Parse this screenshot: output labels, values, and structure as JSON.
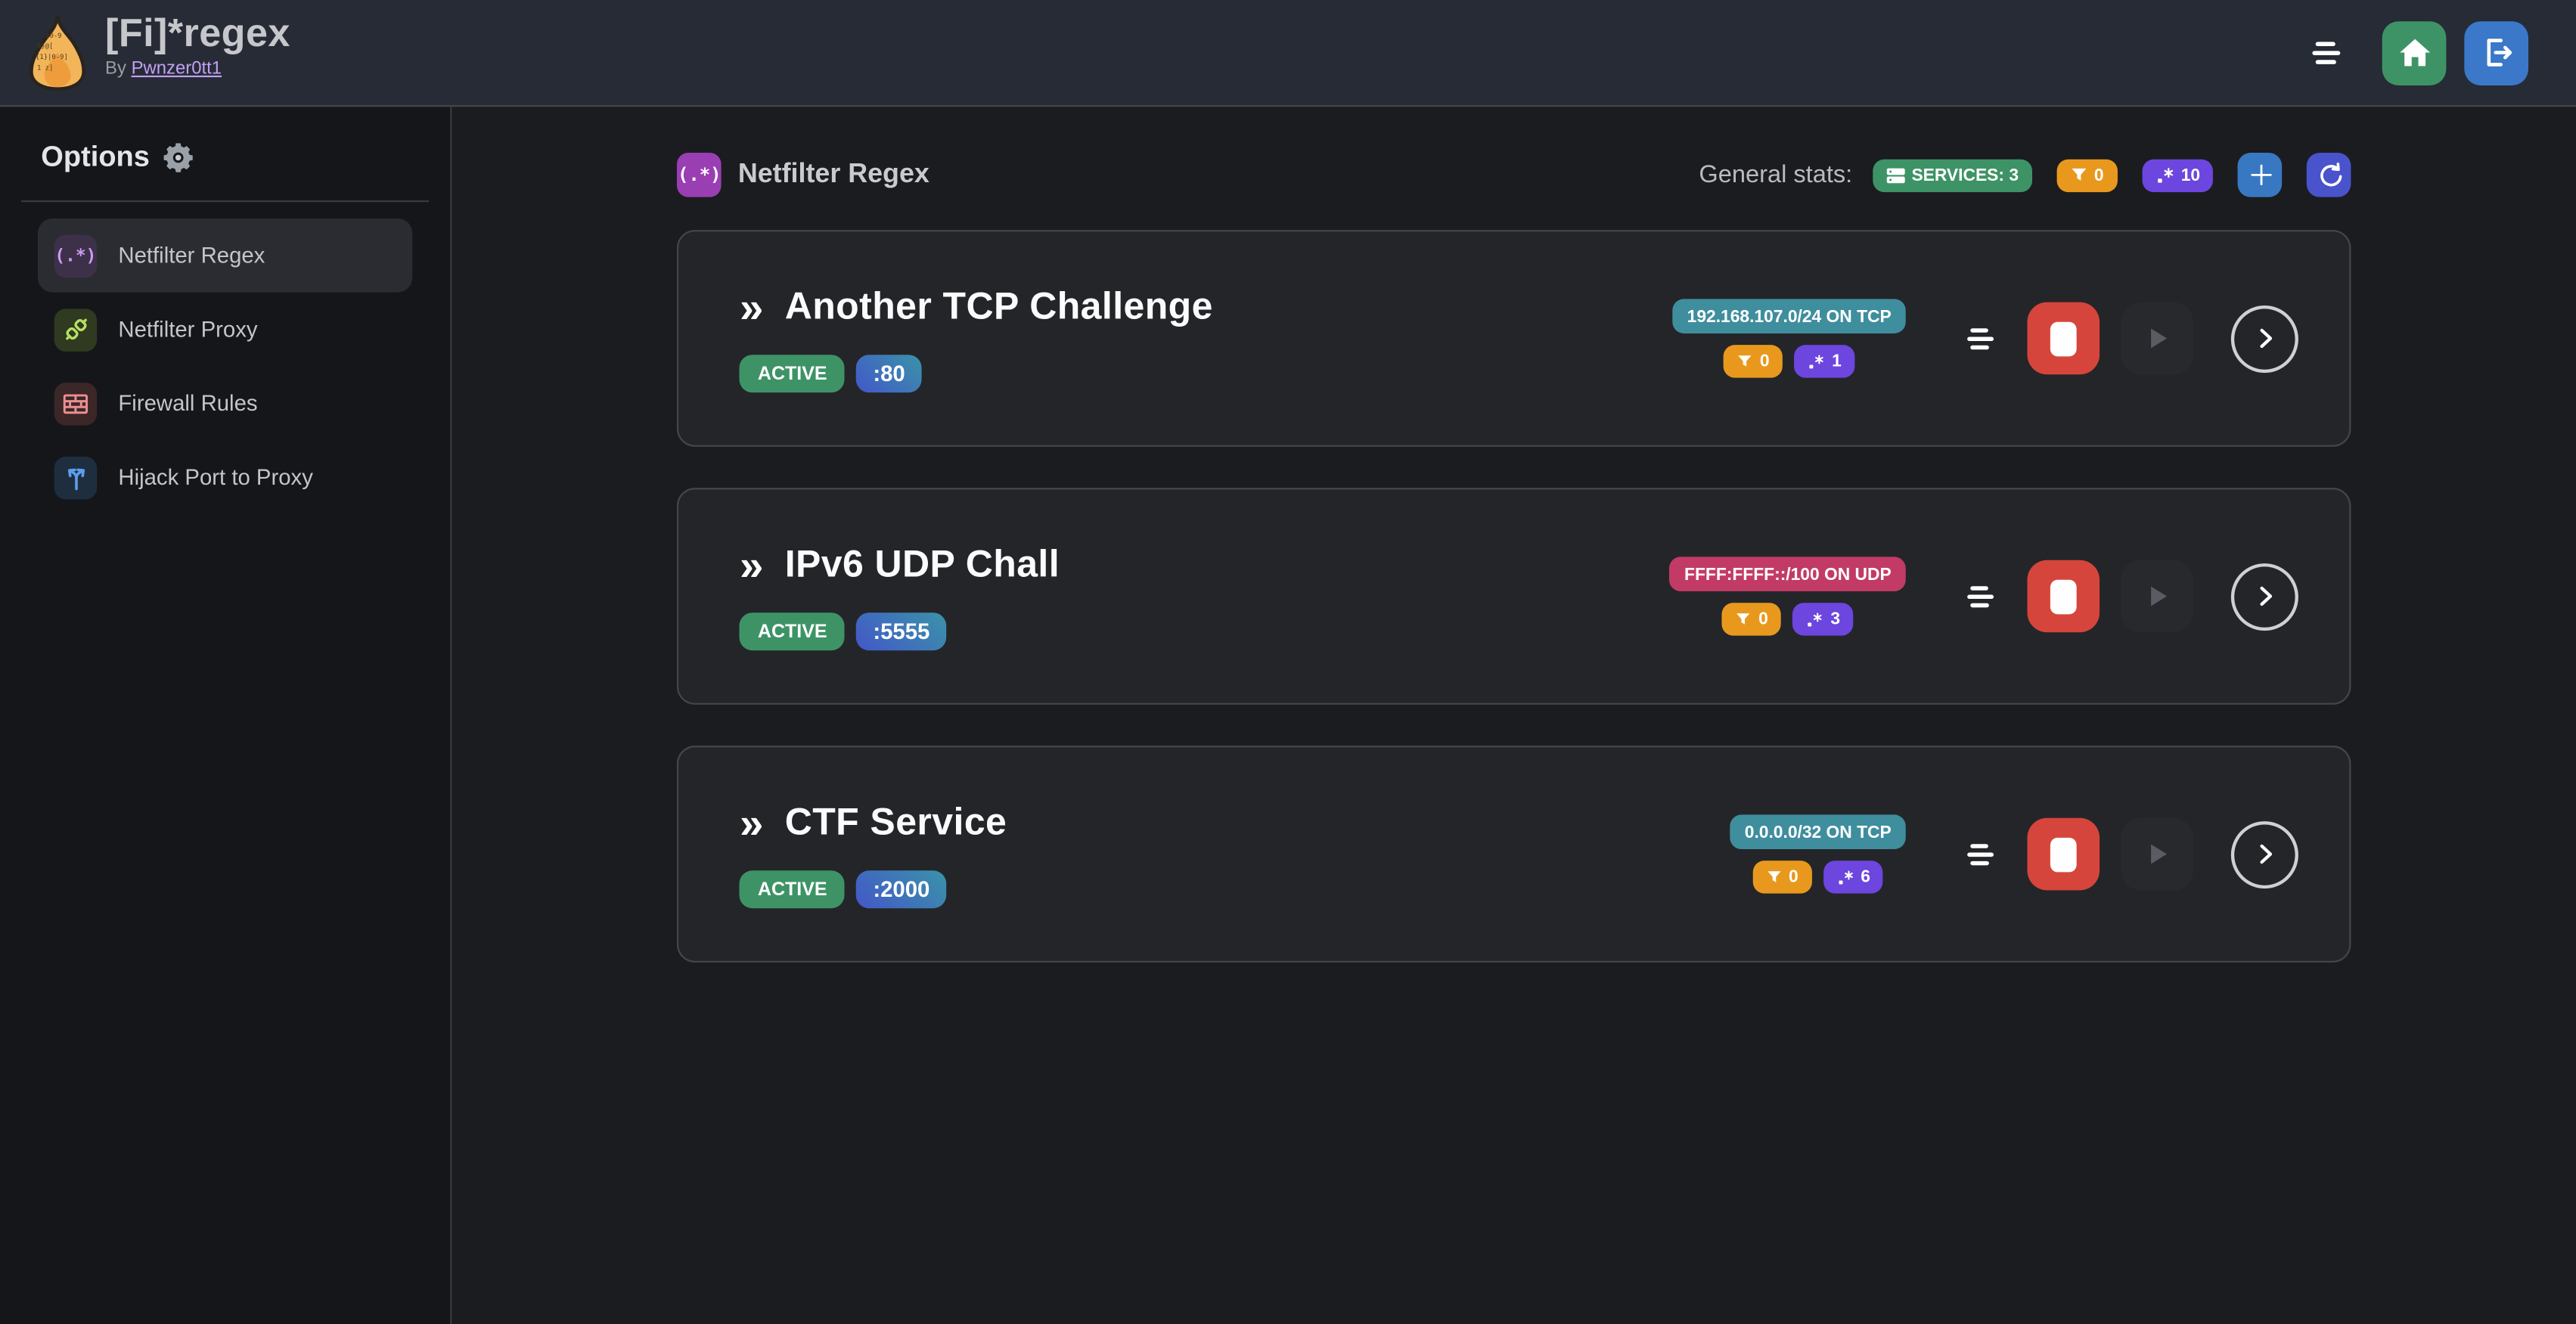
{
  "app": {
    "title": "[Fi]*regex",
    "byline_prefix": "By",
    "author": "Pwnzer0tt1",
    "logo_fragments": [
      "-z0-9",
      "0}@[",
      "{1}|0-9]",
      "1   z]"
    ]
  },
  "topbar_icons": {
    "menu": "menu-lines",
    "home": "house",
    "logout": "door-exit"
  },
  "sidebar": {
    "header": "Options",
    "header_icon": "gear",
    "items": [
      {
        "label": "Netfilter Regex",
        "icon": "regex-icon",
        "icon_text": "(.*)",
        "active": true
      },
      {
        "label": "Netfilter Proxy",
        "icon": "plug-link-icon",
        "active": false
      },
      {
        "label": "Firewall Rules",
        "icon": "brick-wall-icon",
        "active": false
      },
      {
        "label": "Hijack Port to Proxy",
        "icon": "fork-arrows-icon",
        "active": false
      }
    ]
  },
  "main": {
    "section_icon_text": "(.*)",
    "section_title": "Netfilter Regex",
    "stats_label": "General stats:",
    "stats": {
      "services": "SERVICES: 3",
      "filters": "0",
      "regexes": "10"
    },
    "actions": {
      "add": "+",
      "refresh": "↻"
    },
    "services": [
      {
        "name": "Another TCP Challenge",
        "status": "ACTIVE",
        "port": ":80",
        "address": "192.168.107.0/24 ON TCP",
        "address_color": "#3f8e9d",
        "filter_count": "0",
        "regex_count": "1"
      },
      {
        "name": "IPv6 UDP Chall",
        "status": "ACTIVE",
        "port": ":5555",
        "address": "FFFF:FFFF::/100 ON UDP",
        "address_color": "#c23b66",
        "filter_count": "0",
        "regex_count": "3"
      },
      {
        "name": "CTF Service",
        "status": "ACTIVE",
        "port": ":2000",
        "address": "0.0.0.0/32 ON TCP",
        "address_color": "#3f8e9d",
        "filter_count": "0",
        "regex_count": "6"
      }
    ]
  },
  "colors": {
    "topbar_bg": "#262b35",
    "sidebar_bg": "#15161a",
    "main_bg": "#1b1c1f",
    "card_bg": "#242529",
    "card_border": "#43464c",
    "green": "#3e9366",
    "orange": "#e8991d",
    "violet": "#6c46de",
    "blue": "#3878c2",
    "indigo": "#4953cc",
    "red": "#d6453b",
    "grape": "#9a3eb4",
    "teal_badge": "#3f8e9d",
    "pink_badge": "#c23b66"
  }
}
